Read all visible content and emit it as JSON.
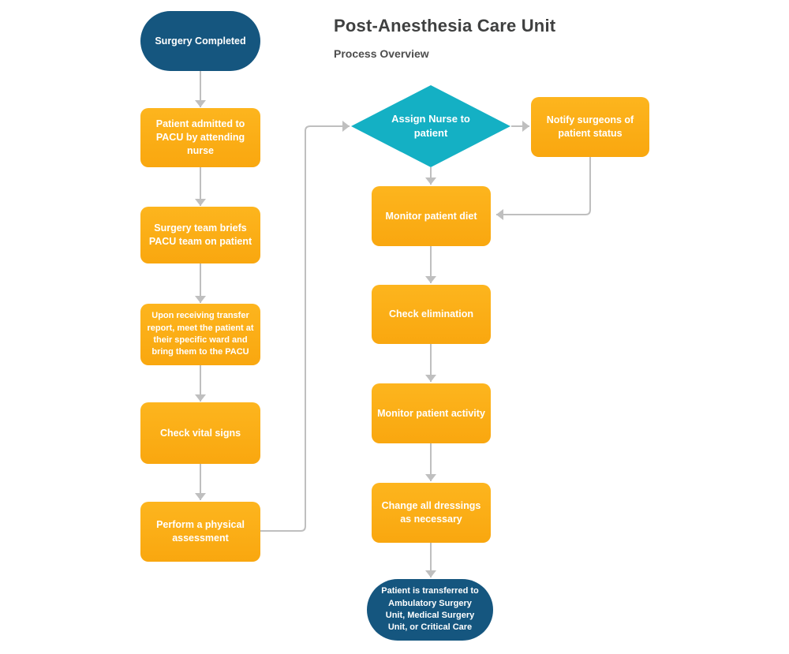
{
  "header": {
    "title": "Post-Anesthesia Care Unit",
    "subtitle": "Process Overview"
  },
  "colors": {
    "background": "#FFFFFF",
    "process_fill": "#FBAD17",
    "terminator_fill": "#15567F",
    "decision_fill": "#14B0C4",
    "connector": "#BFBFBF",
    "node_text": "#FFFFFF",
    "title_text": "#3F4040",
    "subtitle_text": "#4D4D4D"
  },
  "nodes": {
    "start": {
      "type": "terminator",
      "label": "Surgery Completed"
    },
    "admit": {
      "type": "process",
      "label": "Patient admitted to PACU by attending nurse"
    },
    "brief": {
      "type": "process",
      "label": "Surgery team briefs PACU team on patient"
    },
    "transfer": {
      "type": "process",
      "label": "Upon receiving transfer report, meet the patient at their specific ward and bring them to the PACU"
    },
    "vitals": {
      "type": "process",
      "label": "Check vital signs"
    },
    "physical": {
      "type": "process",
      "label": "Perform a physical assessment"
    },
    "assign": {
      "type": "decision",
      "label": "Assign Nurse to patient"
    },
    "notify": {
      "type": "process",
      "label": "Notify surgeons of patient status"
    },
    "diet": {
      "type": "process",
      "label": "Monitor patient diet"
    },
    "elimination": {
      "type": "process",
      "label": "Check elimination"
    },
    "activity": {
      "type": "process",
      "label": "Monitor patient activity"
    },
    "dressings": {
      "type": "process",
      "label": "Change all dressings as necessary"
    },
    "end": {
      "type": "terminator",
      "label": "Patient is transferred to Ambulatory Surgery Unit, Medical Surgery Unit, or Critical Care"
    }
  }
}
